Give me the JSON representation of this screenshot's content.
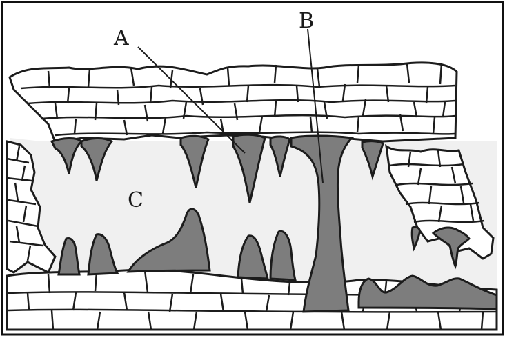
{
  "labels": {
    "a": "A",
    "b": "B",
    "c": "C"
  },
  "colors": {
    "border": "#111111",
    "rock_fill": "#ffffff",
    "cave_air": "#f1f1f1",
    "deposit": "#7d7d7d",
    "outline": "#1c1c1c"
  }
}
